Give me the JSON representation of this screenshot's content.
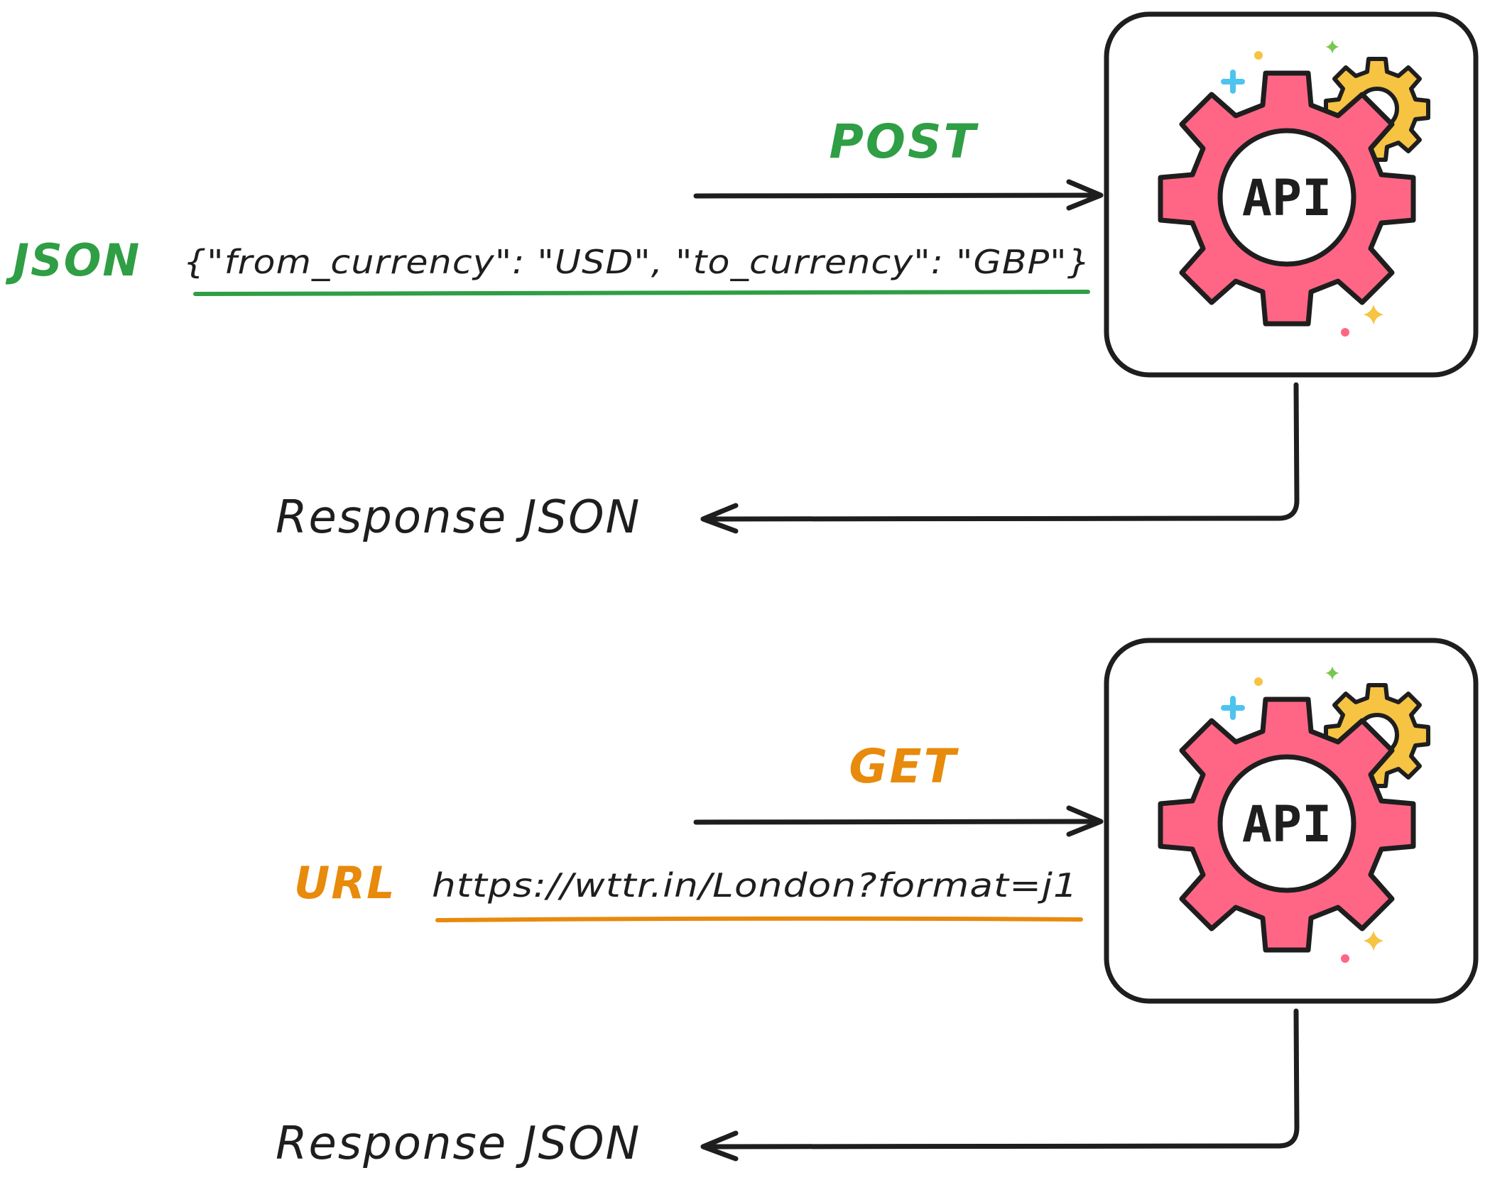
{
  "colors": {
    "post": "#2f9e44",
    "get": "#e88a0c",
    "ink": "#1e1e1e",
    "gear_big": "#ff6685",
    "gear_small": "#f6c343",
    "sparkle_blue": "#4dc3f0",
    "sparkle_green": "#7ac74f",
    "sparkle_yellow": "#f6c343",
    "sparkle_pink": "#ff6685"
  },
  "post_flow": {
    "method": "POST",
    "payload_label": "JSON",
    "payload": "{\"from_currency\": \"USD\", \"to_currency\": \"GBP\"}",
    "response_label": "Response JSON",
    "api_label": "API",
    "api_icon": "api-gear-icon"
  },
  "get_flow": {
    "method": "GET",
    "payload_label": "URL",
    "payload": "https://wttr.in/London?format=j1",
    "response_label": "Response JSON",
    "api_label": "API",
    "api_icon": "api-gear-icon"
  }
}
